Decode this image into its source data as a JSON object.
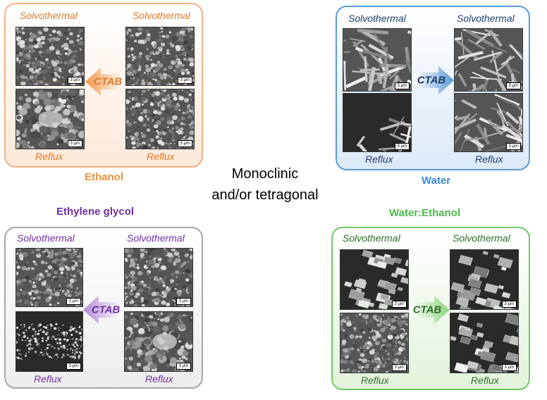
{
  "center_title": {
    "line1": "Monoclinic",
    "line2": "and/or tetragonal"
  },
  "scale_bar": "3 µm",
  "panels": {
    "ethanol": {
      "solvent": "Ethanol",
      "color": "#f0913c",
      "top_left": "Solvothermal",
      "top_right": "Solvothermal",
      "bottom_left": "Reflux",
      "bottom_right": "Reflux",
      "arrow_label": "CTAB",
      "arrow_direction": "left"
    },
    "water": {
      "solvent": "Water",
      "color": "#3a7fd5",
      "top_left": "Solvothermal",
      "top_right": "Solvothermal",
      "bottom_left": "Reflux",
      "bottom_right": "Reflux",
      "arrow_label": "CTAB",
      "arrow_direction": "right"
    },
    "ethylene_glycol": {
      "solvent": "Ethylene glycol",
      "color": "#7030a0",
      "top_left": "Solvothermal",
      "top_right": "Solvothermal",
      "bottom_left": "Reflux",
      "bottom_right": "Reflux",
      "arrow_label": "CTAB",
      "arrow_direction": "left"
    },
    "water_ethanol": {
      "solvent": "Water:Ethanol",
      "color": "#4fb84a",
      "top_left": "Solvothermal",
      "top_right": "Solvothermal",
      "bottom_left": "Reflux",
      "bottom_right": "Reflux",
      "arrow_label": "CTAB",
      "arrow_direction": "right"
    }
  }
}
